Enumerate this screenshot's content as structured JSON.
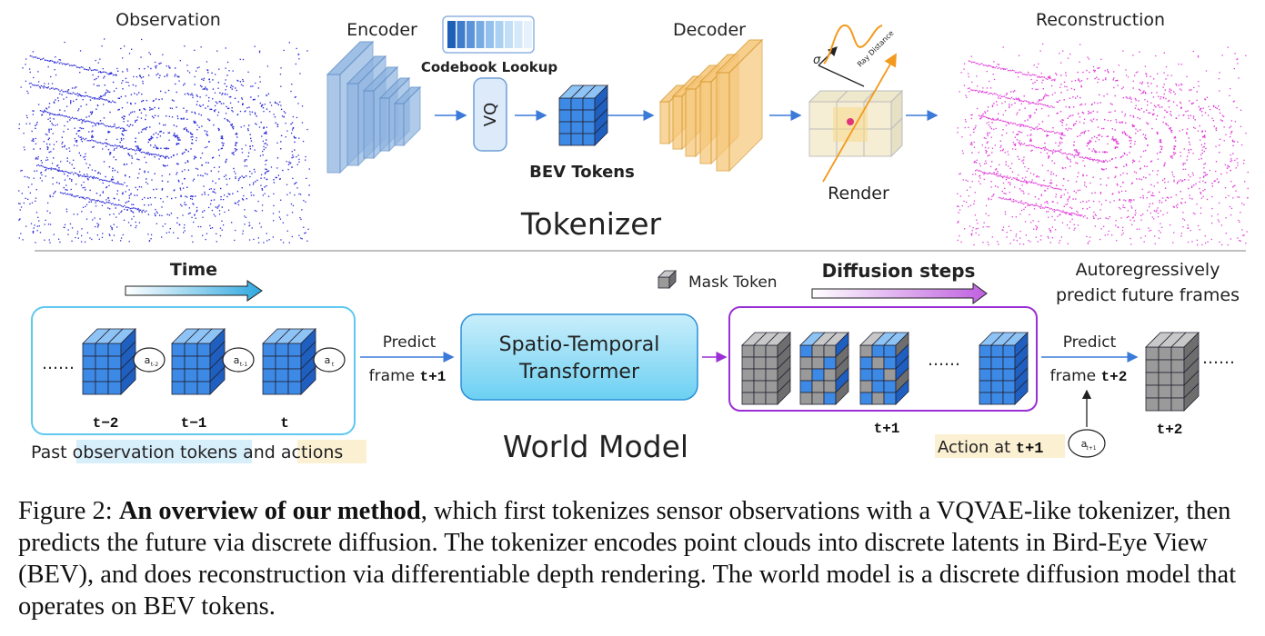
{
  "tokenizer": {
    "observation_label": "Observation",
    "encoder_label": "Encoder",
    "codebook_label": "Codebook Lookup",
    "vq_label": "VQ",
    "bev_tokens_label": "BEV Tokens",
    "decoder_label": "Decoder",
    "render_label": "Render",
    "sigma_label": "σ",
    "ray_distance_label": "Ray Distance",
    "reconstruction_label": "Reconstruction",
    "title": "Tokenizer"
  },
  "world_model": {
    "time_label": "Time",
    "ellipsis": "……",
    "frames": [
      "t−2",
      "t−1",
      "t"
    ],
    "actions": [
      "a",
      "a",
      "a"
    ],
    "action_subs": [
      "t-2",
      "t-1",
      "t"
    ],
    "past_prefix": "Past ",
    "past_obs": "observation tokens",
    "past_and": " and ",
    "past_actions": "actions",
    "predict1_line1": "Predict",
    "predict1_line2a": "frame ",
    "predict1_line2b": "t+1",
    "transformer_line1": "Spatio-Temporal",
    "transformer_line2": "Transformer",
    "mask_token_label": "Mask Token",
    "diffusion_label": "Diffusion steps",
    "t_plus_1": "t+1",
    "predict2_line1": "Predict",
    "predict2_line2a": "frame ",
    "predict2_line2b": "t+2",
    "autoreg_line1": "Autoregressively",
    "autoreg_line2": "predict future frames",
    "t_plus_2": "t+2",
    "action_next_a": "Action at ",
    "action_next_b": "t+1",
    "action_next_circle": "a",
    "action_next_sub": "t+1",
    "title": "World Model"
  },
  "caption": {
    "prefix": "Figure 2: ",
    "bold": "An overview of our method",
    "rest": ", which first tokenizes sensor observations with a VQVAE-like tokenizer, then predicts the future via discrete diffusion. The tokenizer encodes point clouds into discrete latents in Bird-Eye View (BEV), and does reconstruction via differentiable depth rendering. The world model is a discrete diffusion model that operates on BEV tokens."
  },
  "colors": {
    "observation_points": "#2b2bd6",
    "reconstruction_points": "#e03ad8",
    "encoder": "#8fb4e0",
    "decoder": "#f6c77a",
    "token_blue": "#2f78d8",
    "mask_gray": "#8e8e8e",
    "transformer": "#5ec8ee",
    "diffusion_box": "#9a2fd6",
    "obs_highlight": "#d7eefb",
    "action_highlight": "#fbf0d2"
  }
}
